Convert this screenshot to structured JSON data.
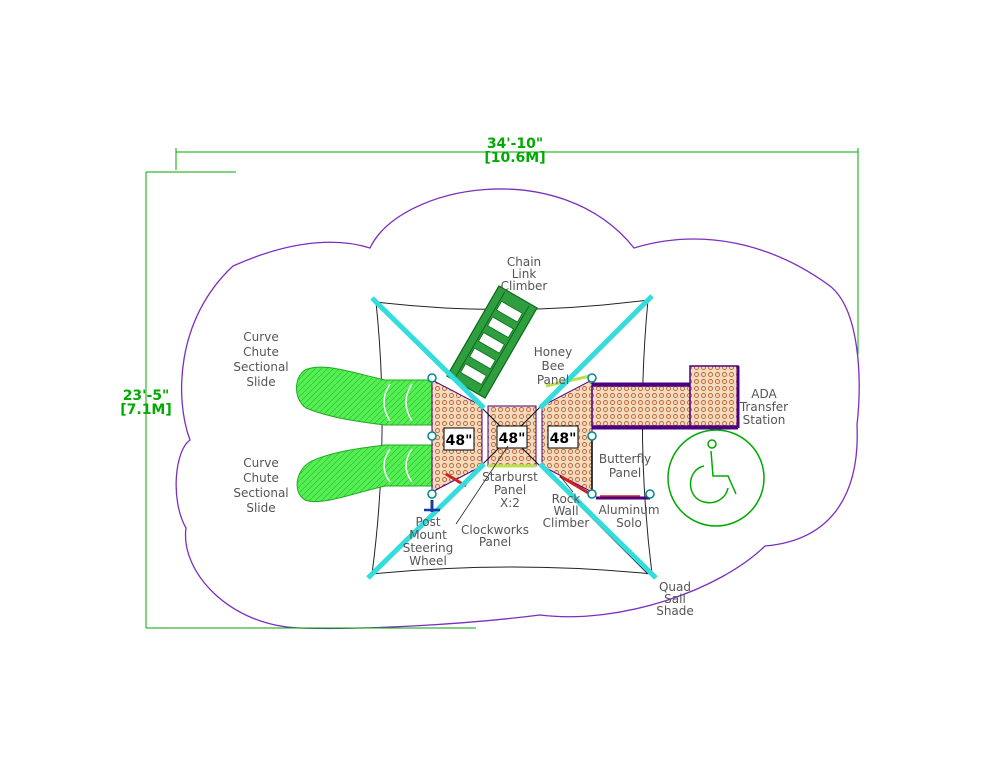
{
  "dimensions": {
    "width_ft": "34'-10\"",
    "width_m": "[10.6M]",
    "height_ft": "23'-5\"",
    "height_m": "[7.1M]"
  },
  "decks": [
    "48\"",
    "48\"",
    "48\""
  ],
  "components": {
    "chain_link_climber": [
      "Chain",
      "Link",
      "Climber"
    ],
    "curve_chute_slide_top": [
      "Curve",
      "Chute",
      "Sectional",
      "Slide"
    ],
    "curve_chute_slide_bottom": [
      "Curve",
      "Chute",
      "Sectional",
      "Slide"
    ],
    "honey_bee_panel": [
      "Honey",
      "Bee",
      "Panel"
    ],
    "ada_transfer_station": [
      "ADA",
      "Transfer",
      "Station"
    ],
    "butterfly_panel": [
      "Butterfly",
      "Panel"
    ],
    "starburst_panel": [
      "Starburst",
      "Panel",
      "X:2"
    ],
    "clockworks_panel": [
      "Clockworks",
      "Panel"
    ],
    "rock_wall_climber": [
      "Rock",
      "Wall",
      "Climber"
    ],
    "aluminum_solo": [
      "Aluminum",
      "Solo"
    ],
    "post_mount_steering_wheel": [
      "Post",
      "Mount",
      "Steering",
      "Wheel"
    ],
    "quad_sail_shade": [
      "Quad",
      "Sail",
      "Shade"
    ]
  },
  "colors": {
    "dimension": "#00aa00",
    "boundary": "#7b2fbf",
    "slide": "#33dd33",
    "climber": "#1e9e2e",
    "deck": "#e8c8a0",
    "deck_dots": "#c8602a",
    "shade_post": "#33dddd",
    "rail": "#4b0082"
  },
  "icons": [
    "wheelchair-accessibility-icon"
  ]
}
